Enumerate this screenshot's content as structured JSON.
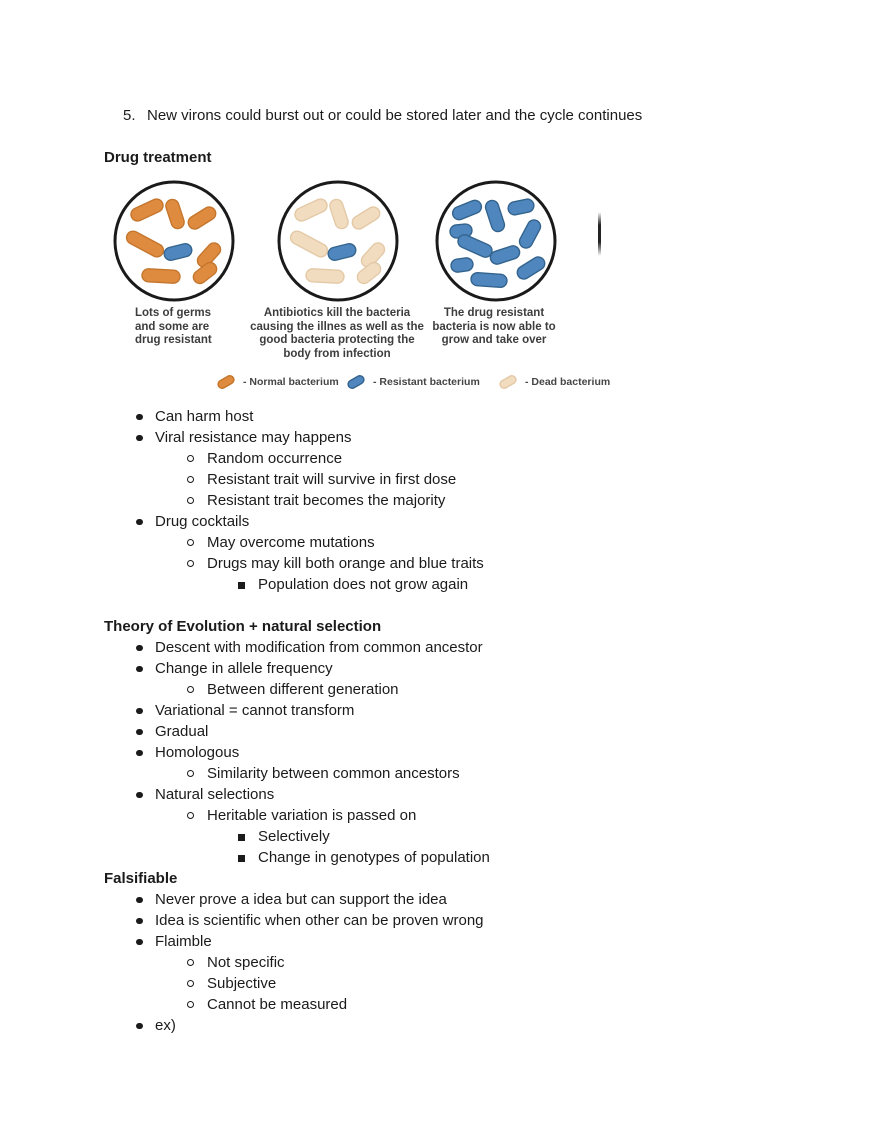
{
  "intro": {
    "number": "5.",
    "text": "New virons could burst out or could be stored later and the cycle continues"
  },
  "sections": {
    "drug": {
      "heading": "Drug treatment",
      "figure": {
        "circles": [
          {
            "caption": "Lots of germs and some are drug resistant",
            "composition": "mostly normal bacteria, one resistant"
          },
          {
            "caption": "Antibiotics kill the bacteria causing the illnes as well as the good bacteria protecting the body from infection",
            "composition": "dead bacteria, one resistant"
          },
          {
            "caption": "The drug resistant bacteria is now able to grow and take over",
            "composition": "all resistant bacteria"
          }
        ],
        "legend": [
          {
            "label": "- Normal bacterium",
            "key": "normal"
          },
          {
            "label": "- Resistant bacterium",
            "key": "resistant"
          },
          {
            "label": "- Dead bacterium",
            "key": "dead"
          }
        ],
        "palette": {
          "normal": {
            "fill": "#DE8B3F",
            "stroke": "#C5762D"
          },
          "resistant": {
            "fill": "#4E86BD",
            "stroke": "#34648E"
          },
          "dead": {
            "fill": "#F2DCC0",
            "stroke": "#E3C9A6"
          },
          "dish_outline": "#1a1a1a"
        }
      },
      "bullets": [
        {
          "level": 1,
          "text": "Can harm host"
        },
        {
          "level": 1,
          "text": "Viral resistance may happens"
        },
        {
          "level": 2,
          "text": "Random occurrence"
        },
        {
          "level": 2,
          "text": "Resistant trait will survive in first dose"
        },
        {
          "level": 2,
          "text": "Resistant trait becomes the majority"
        },
        {
          "level": 1,
          "text": "Drug cocktails"
        },
        {
          "level": 2,
          "text": "May overcome mutations"
        },
        {
          "level": 2,
          "text": "Drugs may kill both orange and blue traits"
        },
        {
          "level": 3,
          "text": "Population does not grow again"
        }
      ]
    },
    "evolution": {
      "heading": "Theory of Evolution + natural selection",
      "bullets": [
        {
          "level": 1,
          "text": "Descent with modification from common ancestor"
        },
        {
          "level": 1,
          "text": "Change in allele frequency"
        },
        {
          "level": 2,
          "text": "Between different generation"
        },
        {
          "level": 1,
          "text": "Variational = cannot transform"
        },
        {
          "level": 1,
          "text": "Gradual"
        },
        {
          "level": 1,
          "text": "Homologous"
        },
        {
          "level": 2,
          "text": "Similarity between common ancestors"
        },
        {
          "level": 1,
          "text": "Natural selections"
        },
        {
          "level": 2,
          "text": "Heritable variation is passed on"
        },
        {
          "level": 3,
          "text": "Selectively"
        },
        {
          "level": 3,
          "text": "Change in genotypes of population"
        }
      ]
    },
    "falsifiable": {
      "heading": "Falsifiable",
      "bullets": [
        {
          "level": 1,
          "text": "Never prove a idea but can support the idea"
        },
        {
          "level": 1,
          "text": "Idea is scientific when other can be proven wrong"
        },
        {
          "level": 1,
          "text": "Flaimble"
        },
        {
          "level": 2,
          "text": "Not specific"
        },
        {
          "level": 2,
          "text": "Subjective"
        },
        {
          "level": 2,
          "text": "Cannot be measured"
        },
        {
          "level": 1,
          "text": "ex)"
        }
      ]
    }
  }
}
